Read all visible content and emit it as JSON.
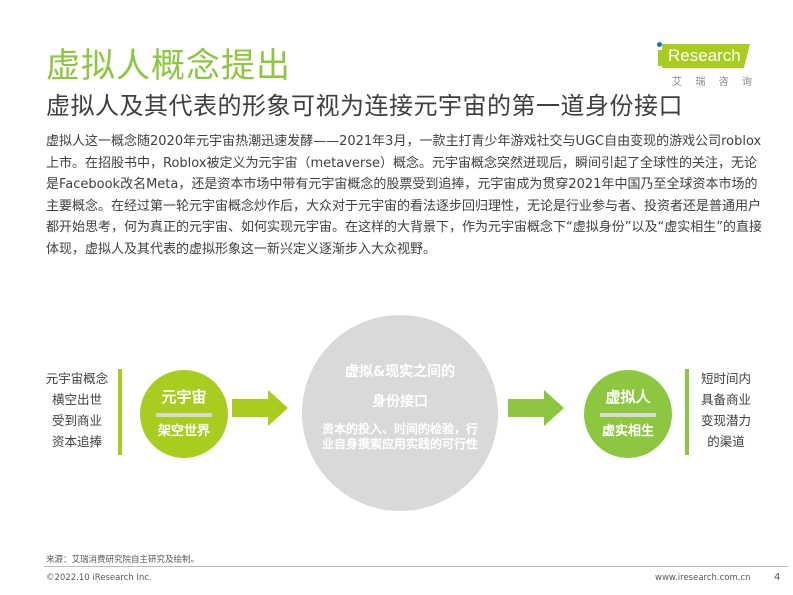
{
  "header": {
    "title": "虚拟人概念提出",
    "subtitle": "虚拟人及其代表的形象可视为连接元宇宙的第一道身份接口"
  },
  "logo": {
    "brand": "Research",
    "brand_full": "iResearch",
    "cn_chars": [
      "艾",
      "瑞",
      "咨",
      "询"
    ],
    "colors": {
      "banner": "#a9cd1e",
      "dot": "#1f6fc0"
    }
  },
  "body": {
    "paragraph": "虚拟人这一概念随2020年元宇宙热潮迅速发酵——2021年3月，一款主打青少年游戏社交与UGC自由变现的游戏公司roblox上市。在招股书中，Roblox被定义为元宇宙（metaverse）概念。元宇宙概念突然迸现后，瞬间引起了全球性的关注，无论是Facebook改名Meta，还是资本市场中带有元宇宙概念的股票受到追捧，元宇宙成为贯穿2021年中国乃至全球资本市场的主要概念。在经过第一轮元宇宙概念炒作后，大众对于元宇宙的看法逐步回归理性，无论是行业参与者、投资者还是普通用户都开始思考，何为真正的元宇宙、如何实现元宇宙。在这样的大背景下，作为元宇宙概念下“虚拟身份”以及“虚实相生”的直接体现，虚拟人及其代表的虚拟形象这一新兴定义逐渐步入大众视野。"
  },
  "diagram": {
    "left_text": [
      "元宇宙概念",
      "横空出世",
      "受到商业",
      "资本追捧"
    ],
    "left_circle": {
      "title": "元宇宙",
      "subtitle": "架空世界",
      "color": "#a9cd1e"
    },
    "middle_circle": {
      "line1": "虚拟&现实之间的",
      "line2": "身份接口",
      "line3": "资本的投入、时间的检验，行业自身摸索应用实践的可行性",
      "color": "#d9d9d9"
    },
    "right_circle": {
      "title": "虚拟人",
      "subtitle": "虚实相生",
      "color": "#8dc63f"
    },
    "right_text": [
      "短时间内",
      "具备商业",
      "变现潜力",
      "的渠道"
    ],
    "arrow_colors": [
      "#a9cd1e",
      "#8dc63f"
    ]
  },
  "footer": {
    "source": "来源：艾瑞消费研究院自主研究及绘制。",
    "copyright": "©2022.10 iResearch Inc.",
    "website": "www.iresearch.com.cn",
    "page_number": "4"
  }
}
